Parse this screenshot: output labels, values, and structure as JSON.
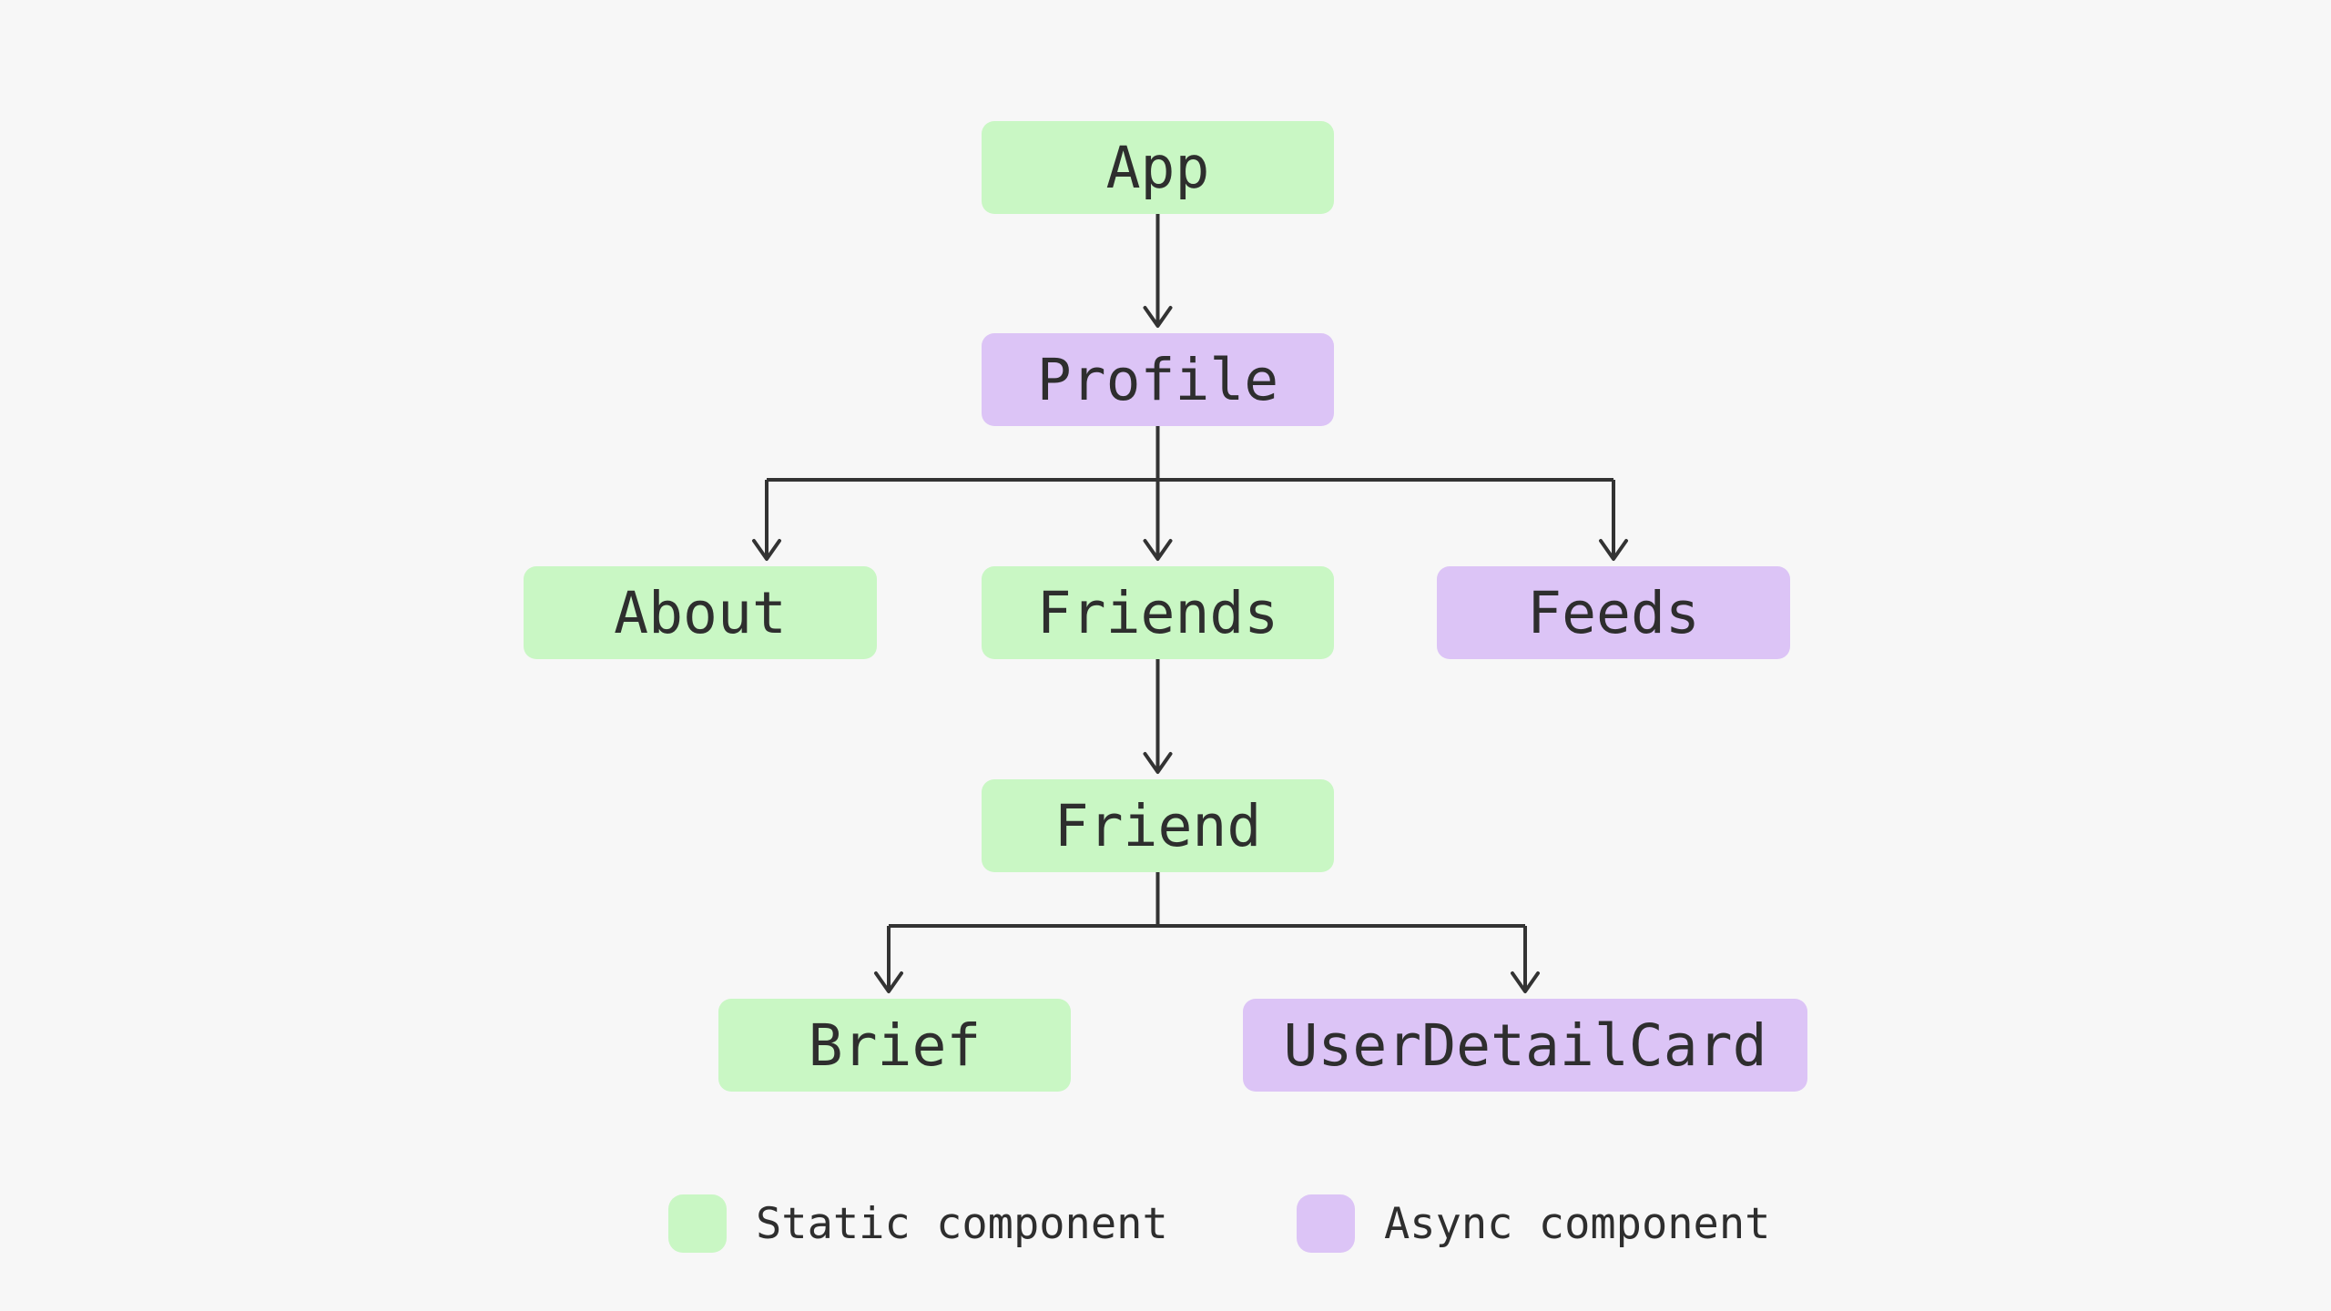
{
  "diagram": {
    "kind": "component-tree",
    "nodes": [
      {
        "id": "app",
        "label": "App",
        "type": "static"
      },
      {
        "id": "profile",
        "label": "Profile",
        "type": "async"
      },
      {
        "id": "about",
        "label": "About",
        "type": "static"
      },
      {
        "id": "friends",
        "label": "Friends",
        "type": "static"
      },
      {
        "id": "feeds",
        "label": "Feeds",
        "type": "async"
      },
      {
        "id": "friend",
        "label": "Friend",
        "type": "static"
      },
      {
        "id": "brief",
        "label": "Brief",
        "type": "static"
      },
      {
        "id": "userDetailCard",
        "label": "UserDetailCard",
        "type": "async"
      }
    ],
    "edges": [
      {
        "from": "app",
        "to": "profile"
      },
      {
        "from": "profile",
        "to": "about"
      },
      {
        "from": "profile",
        "to": "friends"
      },
      {
        "from": "profile",
        "to": "feeds"
      },
      {
        "from": "friends",
        "to": "friend"
      },
      {
        "from": "friend",
        "to": "brief"
      },
      {
        "from": "friend",
        "to": "userDetailCard"
      }
    ]
  },
  "legend": {
    "static_label": "Static component",
    "async_label": "Async component"
  },
  "colors": {
    "static_fill": "#c9f7c4",
    "async_fill": "#dcc4f6",
    "line": "#333333",
    "text": "#2e2e2e",
    "background": "#f7f7f7"
  }
}
